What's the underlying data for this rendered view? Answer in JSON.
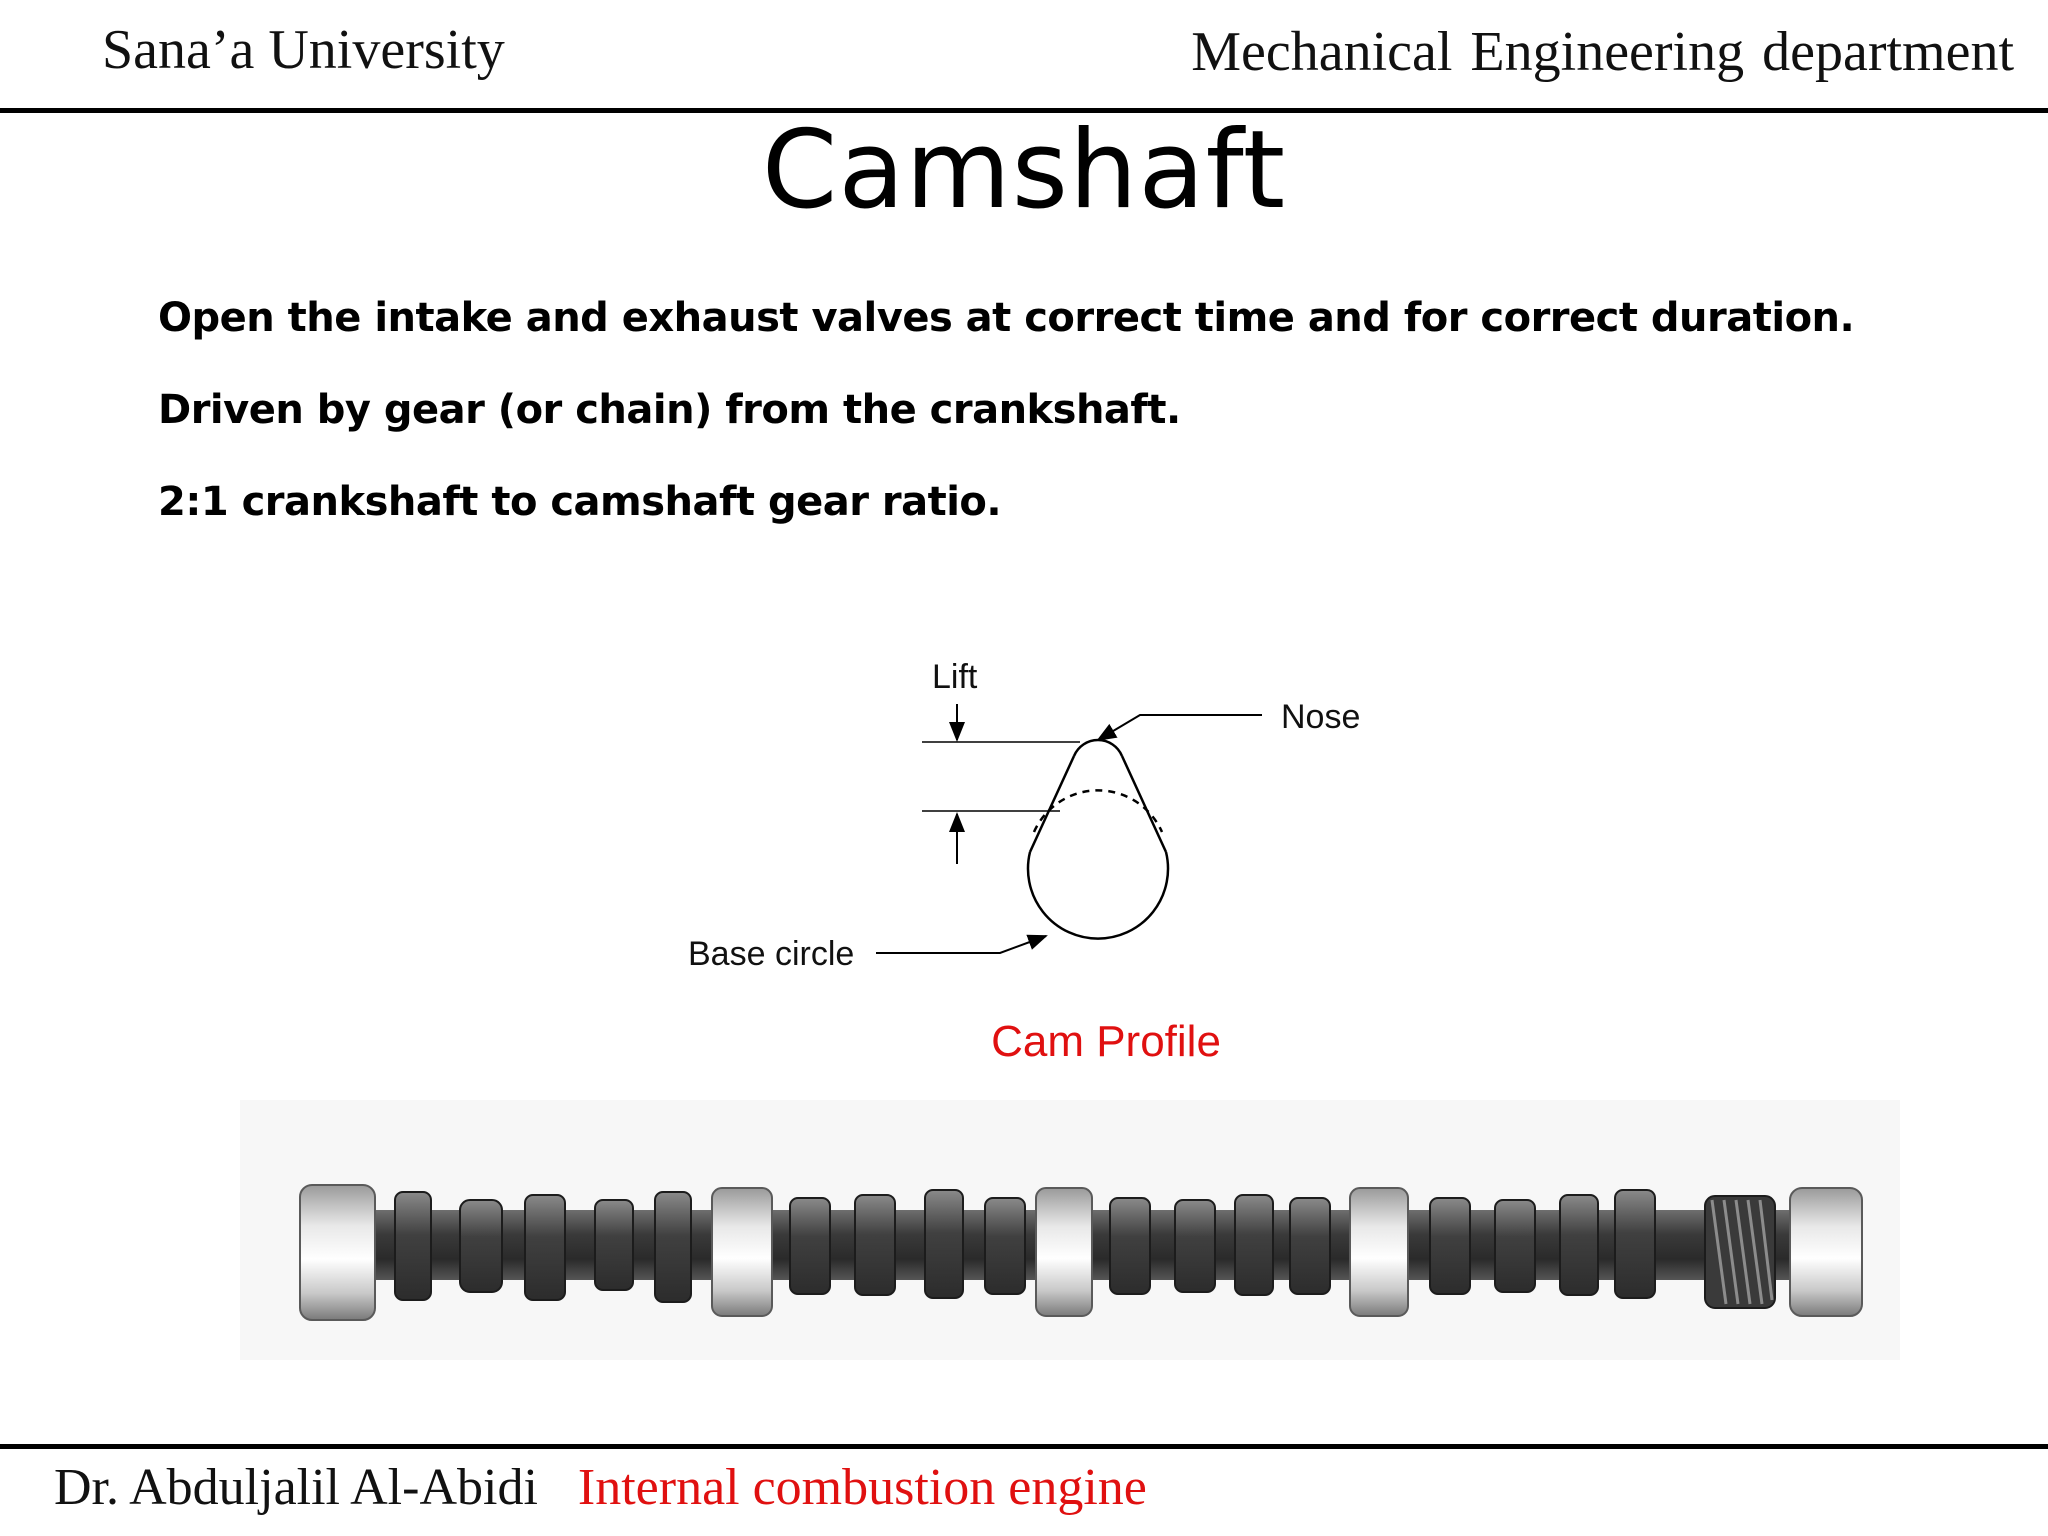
{
  "header": {
    "university": "Sana’a University",
    "department": "Mechanical  Engineering department"
  },
  "slide": {
    "title": "Camshaft",
    "bullets": [
      "Open the intake and exhaust valves at correct time and for correct duration.",
      "Driven by gear (or chain) from the crankshaft.",
      "2:1 crankshaft to camshaft gear ratio."
    ]
  },
  "diagram": {
    "labels": {
      "lift": "Lift",
      "nose": "Nose",
      "base_circle": "Base circle"
    },
    "caption": "Cam Profile",
    "caption_color": "#e01010",
    "photo_subject": "camshaft"
  },
  "footer": {
    "author": "Dr. Abduljalil Al-Abidi",
    "course": "Internal combustion engine",
    "course_color": "#e01010"
  }
}
